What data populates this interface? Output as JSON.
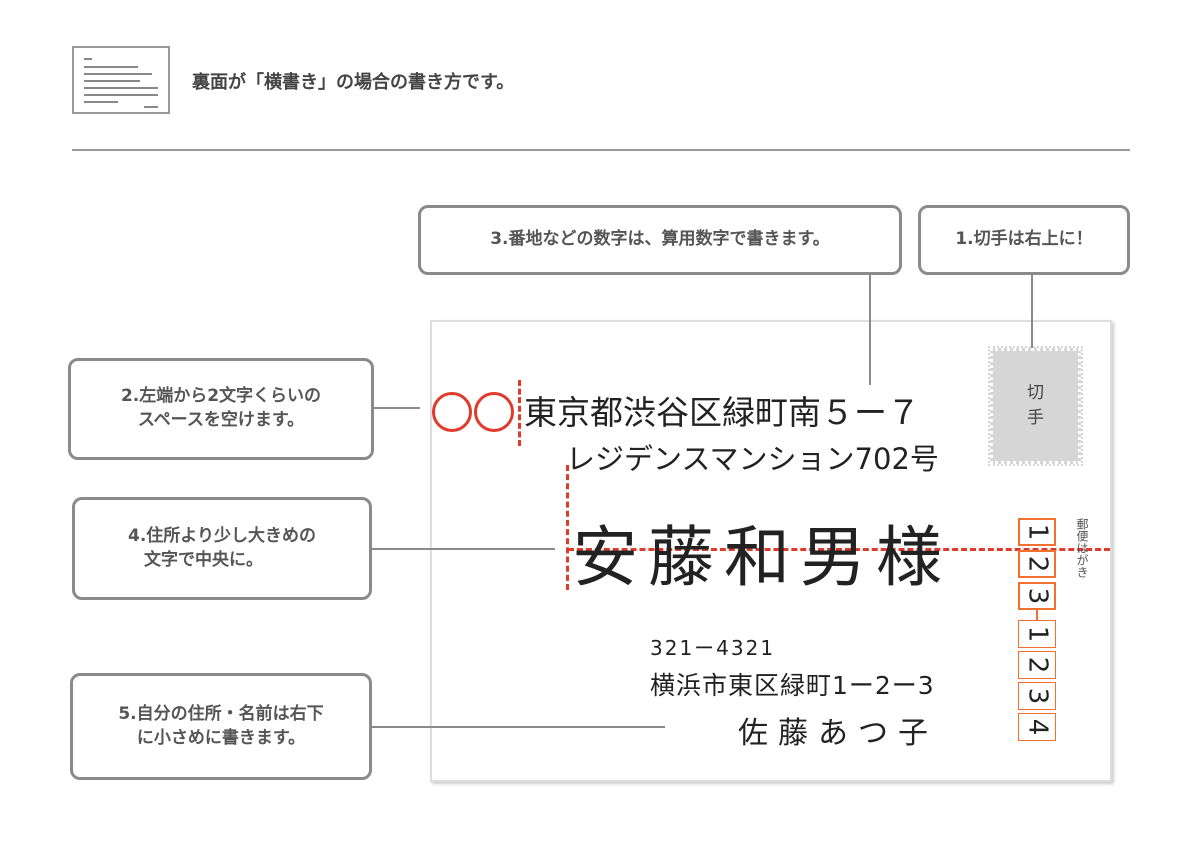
{
  "header": {
    "title": "裏面が「横書き」の場合の書き方です。",
    "icon": "document-lines-icon"
  },
  "callouts": {
    "c1": "1.切手は右上に！",
    "c2_1": "2.左端から2文字くらいの",
    "c2_2": "スペースを空けます。",
    "c3": "3.番地などの数字は、算用数字で書きます。",
    "c4_1": "4.住所より少し大きめの",
    "c4_2": "文字で中央に。",
    "c5_1": "5.自分の住所・名前は右下",
    "c5_2": "に小さめに書きます。"
  },
  "postcard": {
    "stamp_1": "切",
    "stamp_2": "手",
    "blank_marks": "〇〇",
    "address_1": "東京都渋谷区緑町南５ー７",
    "address_2": "レジデンスマンション702号",
    "recipient": "安藤和男様",
    "postal_digits": [
      "1",
      "2",
      "3",
      "1",
      "2",
      "3",
      "4"
    ],
    "postcard_label": "郵便はがき",
    "sender_zip": "321ー4321",
    "sender_address": "横浜市東区緑町1ー2ー3",
    "sender_name": "佐藤あつ子"
  },
  "colors": {
    "guide": "#e03a2a",
    "zip_box": "#f07030",
    "callout_border": "#8a8a8a"
  }
}
